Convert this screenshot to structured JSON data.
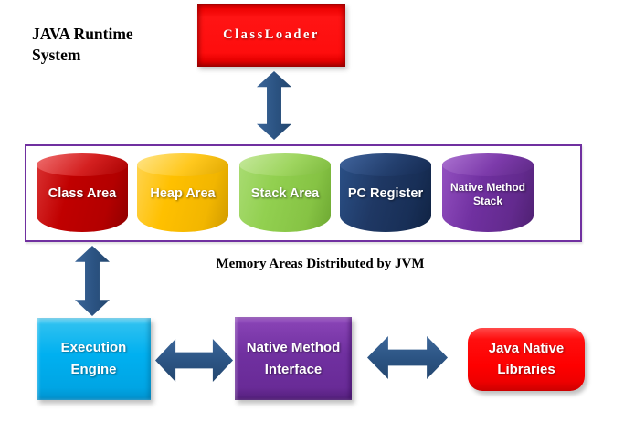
{
  "page": {
    "title": "JAVA Runtime System"
  },
  "classloader": {
    "label": "ClassLoader",
    "color": "#FE0000"
  },
  "memory": {
    "caption": "Memory Areas Distributed by JVM",
    "border_color": "#7030A0",
    "areas": [
      {
        "label": "Class Area",
        "color": "#C00000"
      },
      {
        "label": "Heap Area",
        "color": "#FFC000"
      },
      {
        "label": "Stack Area",
        "color": "#92D050"
      },
      {
        "label": "PC Register",
        "color": "#1F3864"
      },
      {
        "label": "Native Method Stack",
        "color": "#7030A0"
      }
    ]
  },
  "bottom": {
    "execution_engine": {
      "label": "Execution Engine",
      "color": "#00B0F0"
    },
    "native_method_interface": {
      "label": "Native Method Interface",
      "color": "#7030A0"
    },
    "java_native_libraries": {
      "label": "Java Native Libraries",
      "color": "#FE0000"
    }
  },
  "arrows": {
    "color": "#2B5382"
  }
}
